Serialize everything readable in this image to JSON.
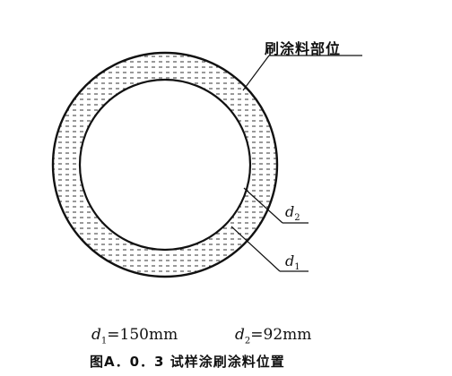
{
  "figure": {
    "coating_label": "刷涂料部位",
    "d2_label": {
      "symbol": "d",
      "sub": "2"
    },
    "d1_label": {
      "symbol": "d",
      "sub": "1"
    },
    "dimension_d1": {
      "symbol": "d",
      "sub": "1",
      "value": "=150mm"
    },
    "dimension_d2": {
      "symbol": "d",
      "sub": "2",
      "value": "=92mm"
    },
    "caption": "图A．0．3 试样涂刷涂料位置"
  },
  "colors": {
    "stroke": "#111111",
    "background": "#ffffff"
  }
}
